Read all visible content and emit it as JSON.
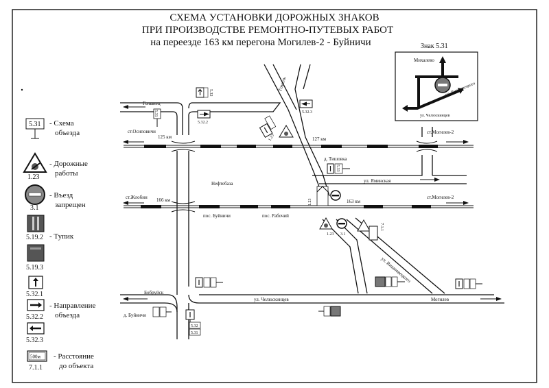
{
  "title": {
    "line1": "СХЕМА УСТАНОВКИ ДОРОЖНЫХ ЗНАКОВ",
    "line2": "ПРИ ПРОИЗВОДСТВЕ РЕМОНТНО-ПУТЕВЫХ РАБОТ",
    "line3": "на переезде 163 км перегона Могилев-2 - Буйничи"
  },
  "inset": {
    "title": "Знак  5.31",
    "road_top": "Михалево",
    "road_diag": "ул. Вишневецкого",
    "road_bottom": "ул. Челюскинцев"
  },
  "map_labels": {
    "golynets": "Голынец",
    "st_osipovichi": "ст.Осиповичи",
    "km125": "125 км",
    "km127": "127 км",
    "d_tishovka": "д. Тишовка",
    "st_mogilev2_top": "ст.Могилев-2",
    "ul_yaminskaya": "ул. Яминская",
    "neftebaza": "Нефтебаза",
    "st_zhlobin": "ст.Жлобин",
    "km166": "166 км",
    "km163": "163 км",
    "st_mogilev2_mid": "ст.Могилев-2",
    "pos_buinichi": "пос. Буйничи",
    "pos_rabochiy": "пос. Рабочий",
    "ul_vishnevetskogo": "ул. Вишневецкого",
    "bobruisk": "Бобруйск",
    "ul_chelyuskintsev": "ул. Челюскинцев",
    "mogilev": "Могилев",
    "d_buinichi": "д. Буйничи",
    "gomel": "Гомель",
    "s531": "5.31",
    "s1_23": "1.23",
    "s3_1": "3.1",
    "s5_32_2": "5.32.2",
    "s5_32_3": "5.32.3",
    "s7_1_1": "7.1.1",
    "s500m": "500м",
    "s5_32": "5.32",
    "s5_31": "5.31",
    "s5_33": "5.33",
    "s5_32_1": "5.32.1"
  },
  "legend": [
    {
      "code": "5.31",
      "label": "Схема объезда",
      "lines": [
        "- Схема",
        "объезда"
      ],
      "icon": "detour-scheme-icon"
    },
    {
      "code": "1.23",
      "label": "Дорожные работы",
      "lines": [
        "- Дорожные",
        "работы"
      ],
      "icon": "road-works-icon"
    },
    {
      "code": "3.1",
      "label": "Въезд запрещен",
      "lines": [
        "- Въезд",
        "запрещен"
      ],
      "icon": "no-entry-icon"
    },
    {
      "code": "5.19.2",
      "label": "Тупик",
      "lines": [
        "- Тупик"
      ],
      "icon": "dead-end-icon"
    },
    {
      "code": "5.19.3",
      "label": "",
      "lines": [],
      "icon": "dead-end-icon"
    },
    {
      "code": "5.32.1",
      "label": "",
      "lines": [],
      "icon": "arrow-up-icon"
    },
    {
      "code": "5.32.2",
      "label": "Направление объезда",
      "lines": [
        "- Направление",
        "объезда"
      ],
      "icon": "arrow-right-icon"
    },
    {
      "code": "5.32.3",
      "label": "",
      "lines": [],
      "icon": "arrow-left-icon"
    },
    {
      "code": "7.1.1",
      "label": "Расстояние до объекта",
      "badge": "500м",
      "lines": [
        "- Расстояние",
        "до объекта"
      ],
      "icon": "distance-plate-icon"
    }
  ]
}
